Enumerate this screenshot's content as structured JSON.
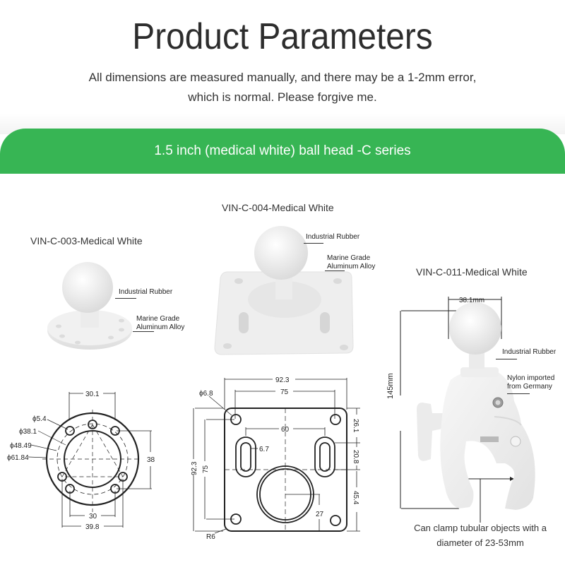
{
  "header": {
    "title": "Product Parameters",
    "subtitle_line1": "All dimensions are measured manually, and there may be a 1-2mm error,",
    "subtitle_line2": "which is normal. Please forgive me."
  },
  "band": {
    "label": "1.5 inch (medical white) ball head -C series",
    "color": "#37b554"
  },
  "products": [
    {
      "model": "VIN-C-003-Medical White",
      "callouts": [
        "Industrial Rubber",
        "Marine Grade",
        "Aluminum Alloy"
      ],
      "drawing": {
        "dims": [
          "30.1",
          "ϕ5.4",
          "ϕ38.1",
          "ϕ48.49",
          "ϕ61.84",
          "38",
          "30",
          "39.8"
        ]
      }
    },
    {
      "model": "VIN-C-004-Medical White",
      "callouts": [
        "Industrial Rubber",
        "Marine Grade",
        "Aluminum Alloy"
      ],
      "drawing": {
        "dims": [
          "92.3",
          "75",
          "ϕ6.8",
          "60",
          "6.7",
          "92.3",
          "75",
          "26.1",
          "20.8",
          "45.4",
          "27",
          "R6"
        ]
      }
    },
    {
      "model": "VIN-C-011-Medical White",
      "callouts": [
        "Industrial Rubber",
        "Nylon imported",
        "from Germany"
      ],
      "dims": {
        "ball": "38.1mm",
        "height": "145mm"
      },
      "caption_line1": "Can clamp tubular objects with a",
      "caption_line2": "diameter of 23-53mm"
    }
  ]
}
